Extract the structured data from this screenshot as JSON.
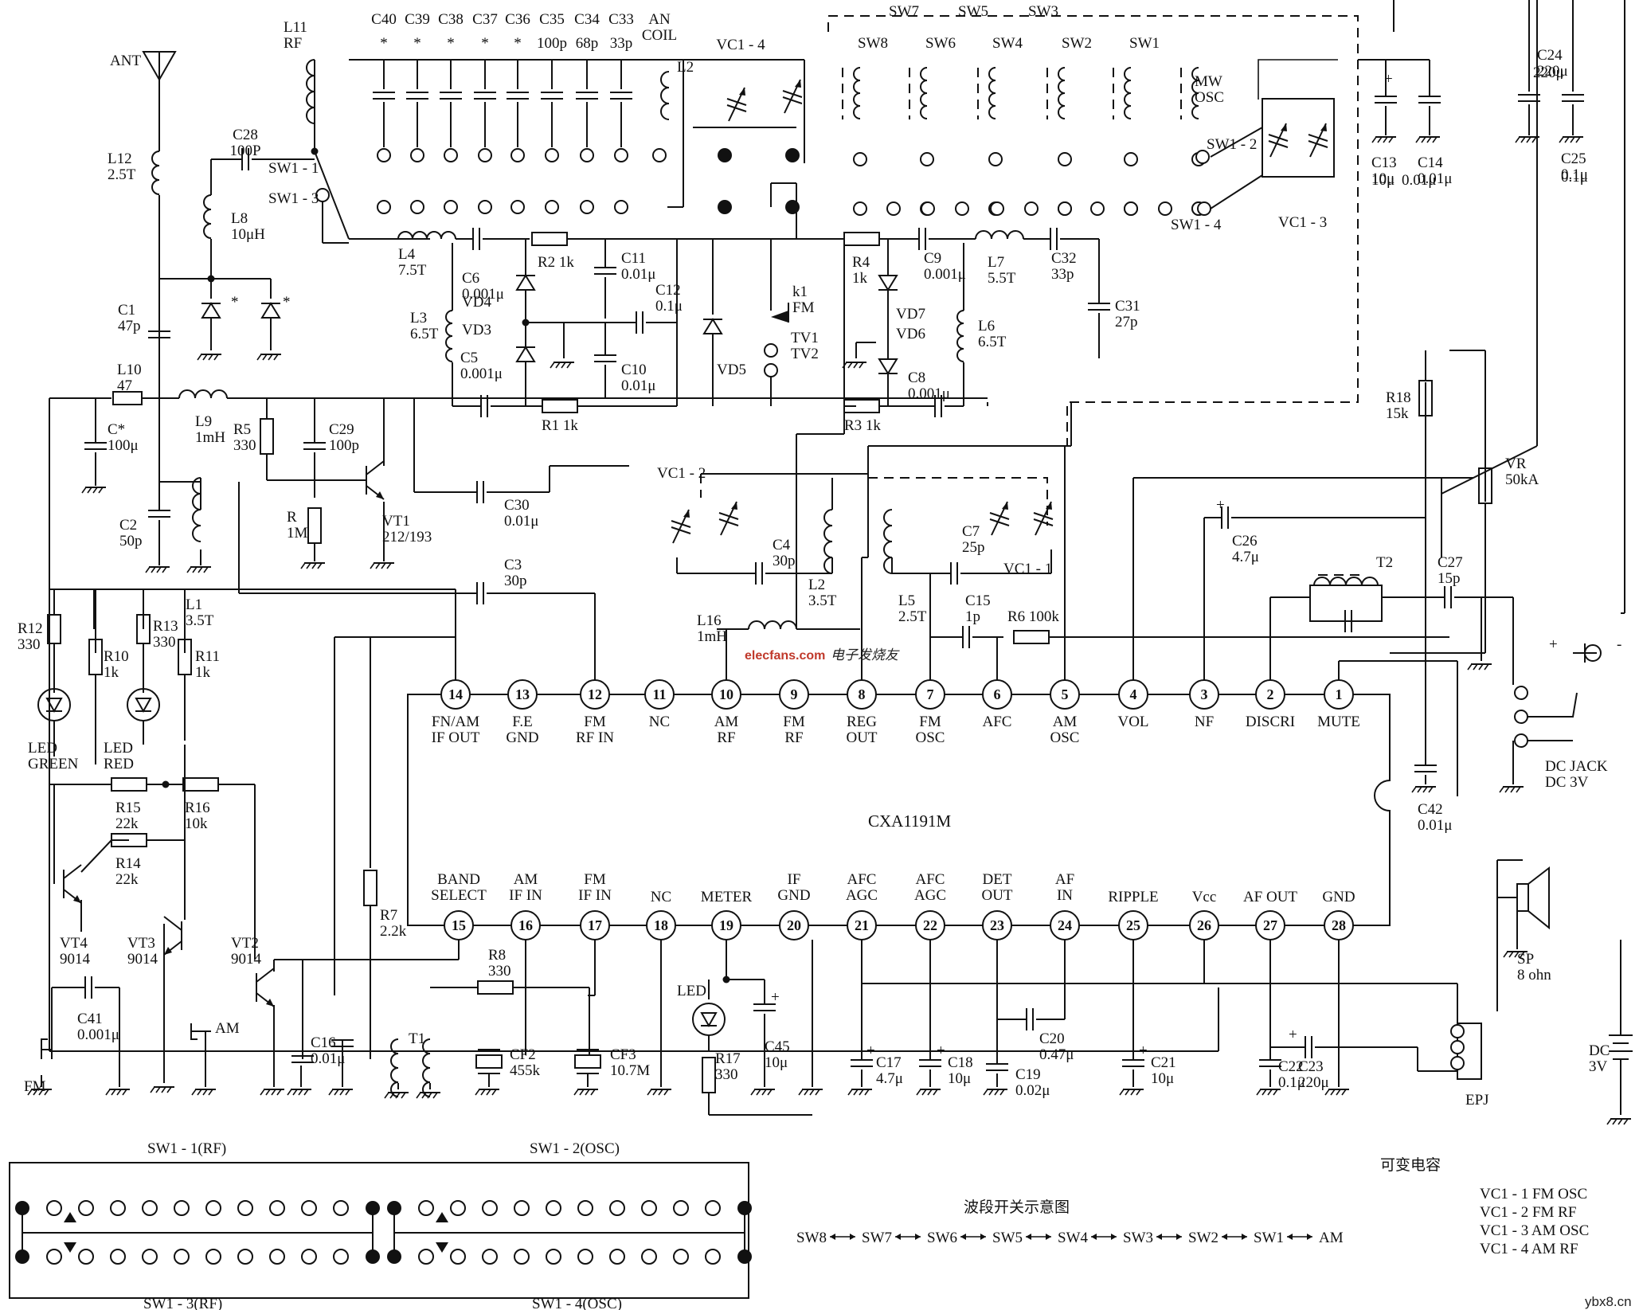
{
  "ic": {
    "name": "CXA1191M",
    "top_pins": [
      {
        "n": "14",
        "label": "FN/AM\nIF OUT"
      },
      {
        "n": "13",
        "label": "F.E\nGND"
      },
      {
        "n": "12",
        "label": "FM\nRF IN"
      },
      {
        "n": "11",
        "label": "NC"
      },
      {
        "n": "10",
        "label": "AM\nRF"
      },
      {
        "n": "9",
        "label": "FM\nRF"
      },
      {
        "n": "8",
        "label": "REG\nOUT"
      },
      {
        "n": "7",
        "label": "FM\nOSC"
      },
      {
        "n": "6",
        "label": "AFC"
      },
      {
        "n": "5",
        "label": "AM\nOSC"
      },
      {
        "n": "4",
        "label": "VOL"
      },
      {
        "n": "3",
        "label": "NF"
      },
      {
        "n": "2",
        "label": "DISCRI"
      },
      {
        "n": "1",
        "label": "MUTE"
      }
    ],
    "bottom_pins": [
      {
        "n": "15",
        "label": "BAND\nSELECT"
      },
      {
        "n": "16",
        "label": "AM\nIF IN"
      },
      {
        "n": "17",
        "label": "FM\nIF IN"
      },
      {
        "n": "18",
        "label": "NC"
      },
      {
        "n": "19",
        "label": "METER"
      },
      {
        "n": "20",
        "label": "IF\nGND"
      },
      {
        "n": "21",
        "label": "AFC\nAGC"
      },
      {
        "n": "22",
        "label": "AFC\nAGC"
      },
      {
        "n": "23",
        "label": "DET\nOUT"
      },
      {
        "n": "24",
        "label": "AF\nIN"
      },
      {
        "n": "25",
        "label": "RIPPLE"
      },
      {
        "n": "26",
        "label": "Vcc"
      },
      {
        "n": "27",
        "label": "AF OUT"
      },
      {
        "n": "28",
        "label": "GND"
      }
    ]
  },
  "components": [
    {
      "id": "ANT",
      "text": "ANT"
    },
    {
      "id": "L11",
      "text": "L11\nRF"
    },
    {
      "id": "C28",
      "text": "C28\n100P"
    },
    {
      "id": "L12",
      "text": "L12\n2.5T"
    },
    {
      "id": "SW1-1",
      "text": "SW1 - 1"
    },
    {
      "id": "SW1-3",
      "text": "SW1 - 3"
    },
    {
      "id": "L8",
      "text": "L8\n10μH"
    },
    {
      "id": "C1",
      "text": "C1\n47p"
    },
    {
      "id": "L10",
      "text": "L10\n47"
    },
    {
      "id": "Cx",
      "text": "C*\n100μ"
    },
    {
      "id": "L9",
      "text": "L9\n1mH"
    },
    {
      "id": "R5",
      "text": "R5\n330"
    },
    {
      "id": "C29",
      "text": "C29\n100p"
    },
    {
      "id": "R",
      "text": "R\n1M"
    },
    {
      "id": "VT1",
      "text": "VT1\n212/193"
    },
    {
      "id": "C2",
      "text": "C2\n50p"
    },
    {
      "id": "L1",
      "text": "L1\n3.5T"
    },
    {
      "id": "C30",
      "text": "C30\n0.01μ"
    },
    {
      "id": "C3",
      "text": "C3\n30p"
    },
    {
      "id": "R12",
      "text": "R12\n330"
    },
    {
      "id": "R13",
      "text": "R13\n330"
    },
    {
      "id": "R10",
      "text": "R10\n1k"
    },
    {
      "id": "R11",
      "text": "R11\n1k"
    },
    {
      "id": "LEDG",
      "text": "LED\nGREEN"
    },
    {
      "id": "LEDR",
      "text": "LED\nRED"
    },
    {
      "id": "R15",
      "text": "R15\n22k"
    },
    {
      "id": "R16",
      "text": "R16\n10k"
    },
    {
      "id": "R14",
      "text": "R14\n22k"
    },
    {
      "id": "VT4",
      "text": "VT4\n9014"
    },
    {
      "id": "VT3",
      "text": "VT3\n9014"
    },
    {
      "id": "VT2",
      "text": "VT2\n9014"
    },
    {
      "id": "C41",
      "text": "C41\n0.001μ"
    },
    {
      "id": "FM",
      "text": "FM"
    },
    {
      "id": "AMsw",
      "text": "AM"
    },
    {
      "id": "R7",
      "text": "R7\n2.2k"
    },
    {
      "id": "C16",
      "text": "C16\n0.01μ"
    },
    {
      "id": "T1",
      "text": "T1"
    },
    {
      "id": "R8",
      "text": "R8\n330"
    },
    {
      "id": "CF2",
      "text": "CF2\n455k"
    },
    {
      "id": "CF3",
      "text": "CF3\n10.7M"
    },
    {
      "id": "L16",
      "text": "L16\n1mH"
    },
    {
      "id": "LED",
      "text": "LED"
    },
    {
      "id": "R17",
      "text": "R17\n330"
    },
    {
      "id": "C45",
      "text": "C45\n10μ"
    },
    {
      "id": "C17",
      "text": "C17\n4.7μ"
    },
    {
      "id": "C18",
      "text": "C18\n10μ"
    },
    {
      "id": "C19",
      "text": "C19\n0.02μ"
    },
    {
      "id": "C20",
      "text": "C20\n0.47μ"
    },
    {
      "id": "C21",
      "text": "C21\n10μ"
    },
    {
      "id": "C22",
      "text": "C22\n0.1μ"
    },
    {
      "id": "C23",
      "text": "C23\n220μ"
    },
    {
      "id": "EPJ",
      "text": "EPJ"
    },
    {
      "id": "SP",
      "text": "SP\n8 ohn"
    },
    {
      "id": "DC",
      "text": "DC\n3V"
    },
    {
      "id": "DCJACK",
      "text": "DC JACK\nDC 3V"
    },
    {
      "id": "C42",
      "text": "C42\n0.01μ"
    },
    {
      "id": "C27",
      "text": "C27\n15p"
    },
    {
      "id": "T2",
      "text": "T2"
    },
    {
      "id": "C26",
      "text": "C26\n4.7μ"
    },
    {
      "id": "VR",
      "text": "VR\n50kA"
    },
    {
      "id": "R18",
      "text": "R18\n15k"
    },
    {
      "id": "C13",
      "text": "C13\n10μ"
    },
    {
      "id": "C14",
      "text": "C14\n0.01μ"
    },
    {
      "id": "C24",
      "text": "C24\n220μ"
    },
    {
      "id": "C25",
      "text": "C25\n0.1μ"
    },
    {
      "id": "VC1-3",
      "text": "VC1 - 3"
    },
    {
      "id": "SW1-2",
      "text": "SW1 - 2"
    },
    {
      "id": "SW1-4",
      "text": "SW1 - 4"
    },
    {
      "id": "MWOSC",
      "text": "MW\nOSC"
    },
    {
      "id": "L4",
      "text": "L4\n7.5T"
    },
    {
      "id": "C6",
      "text": "C6\n0.001μ"
    },
    {
      "id": "R2",
      "text": "R2 1k"
    },
    {
      "id": "C11",
      "text": "C11\n0.01μ"
    },
    {
      "id": "C12",
      "text": "C12\n0.1μ"
    },
    {
      "id": "VD4",
      "text": "VD4"
    },
    {
      "id": "VD3",
      "text": "VD3"
    },
    {
      "id": "C10",
      "text": "C10\n0.01μ"
    },
    {
      "id": "VD5",
      "text": "VD5"
    },
    {
      "id": "L3",
      "text": "L3\n6.5T"
    },
    {
      "id": "C5",
      "text": "C5\n0.001μ"
    },
    {
      "id": "R1",
      "text": "R1 1k"
    },
    {
      "id": "k1",
      "text": "k1\nFM"
    },
    {
      "id": "TV",
      "text": "TV1\nTV2"
    },
    {
      "id": "R4",
      "text": "R4\n1k"
    },
    {
      "id": "C9",
      "text": "C9\n0.001μ"
    },
    {
      "id": "L7",
      "text": "L7\n5.5T"
    },
    {
      "id": "C32",
      "text": "C32\n33p"
    },
    {
      "id": "C31",
      "text": "C31\n27p"
    },
    {
      "id": "VD7",
      "text": "VD7"
    },
    {
      "id": "VD6",
      "text": "VD6"
    },
    {
      "id": "L6",
      "text": "L6\n6.5T"
    },
    {
      "id": "C8",
      "text": "C8\n0.001μ"
    },
    {
      "id": "R3",
      "text": "R3 1k"
    },
    {
      "id": "VC1-2",
      "text": "VC1 - 2"
    },
    {
      "id": "C4",
      "text": "C4\n30p"
    },
    {
      "id": "L2b",
      "text": "L2\n3.5T"
    },
    {
      "id": "C7",
      "text": "C7\n25p"
    },
    {
      "id": "VC1-1",
      "text": "VC1 - 1"
    },
    {
      "id": "L5",
      "text": "L5\n2.5T"
    },
    {
      "id": "C15",
      "text": "C15\n1p"
    },
    {
      "id": "R6",
      "text": "R6 100k"
    },
    {
      "id": "VC1-4",
      "text": "VC1 - 4"
    },
    {
      "id": "L2a",
      "text": "L2"
    },
    {
      "id": "ANCOIL",
      "text": "AN\nCOIL"
    }
  ],
  "coil_caps": [
    {
      "name": "C40",
      "val": "*"
    },
    {
      "name": "C39",
      "val": "*"
    },
    {
      "name": "C38",
      "val": "*"
    },
    {
      "name": "C37",
      "val": "*"
    },
    {
      "name": "C36",
      "val": "*"
    },
    {
      "name": "C35",
      "val": "100p"
    },
    {
      "name": "C34",
      "val": "68p"
    },
    {
      "name": "C33",
      "val": "33p"
    }
  ],
  "osc_switches": {
    "top": [
      "SW7",
      "SW5",
      "SW3"
    ],
    "bottom": [
      "SW8",
      "SW6",
      "SW4",
      "SW2",
      "SW1"
    ]
  },
  "band_switch": {
    "top_left_label": "SW1 - 1(RF)",
    "top_right_label": "SW1 - 2(OSC)",
    "bottom_left_label": "SW1 - 3(RF)",
    "bottom_right_label": "SW1 - 4(OSC)"
  },
  "band_diagram": {
    "title": "波段开关示意图",
    "sequence": [
      "SW8",
      "SW7",
      "SW6",
      "SW5",
      "SW4",
      "SW3",
      "SW2",
      "SW1",
      "AM"
    ]
  },
  "vc_legend": {
    "title": "可变电容",
    "items": [
      "VC1 - 1 FM OSC",
      "VC1 - 2 FM RF",
      "VC1 - 3 AM OSC",
      "VC1 - 4 AM RF"
    ]
  },
  "watermarks": {
    "elecfans": "elecfans.com",
    "elecfans_cn": "电子发烧友",
    "site": "ybx8.cn"
  }
}
